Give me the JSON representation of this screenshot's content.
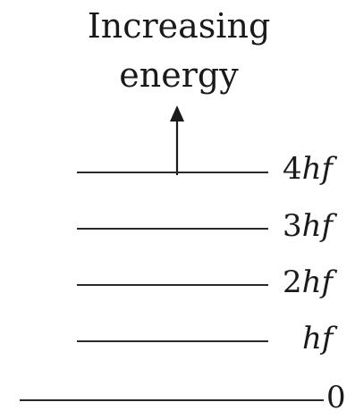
{
  "title": {
    "line1": "Increasing",
    "line2": "energy"
  },
  "levels": [
    {
      "coefficient": "4",
      "symbol": "hf"
    },
    {
      "coefficient": "3",
      "symbol": "hf"
    },
    {
      "coefficient": "2",
      "symbol": "hf"
    },
    {
      "coefficient": "",
      "symbol": "hf"
    },
    {
      "coefficient": "0",
      "symbol": ""
    }
  ],
  "colors": {
    "line": "#2a2a2a",
    "text": "#1a1a1a",
    "background": "#ffffff"
  },
  "icons": {
    "arrow": "up-arrow-icon"
  }
}
